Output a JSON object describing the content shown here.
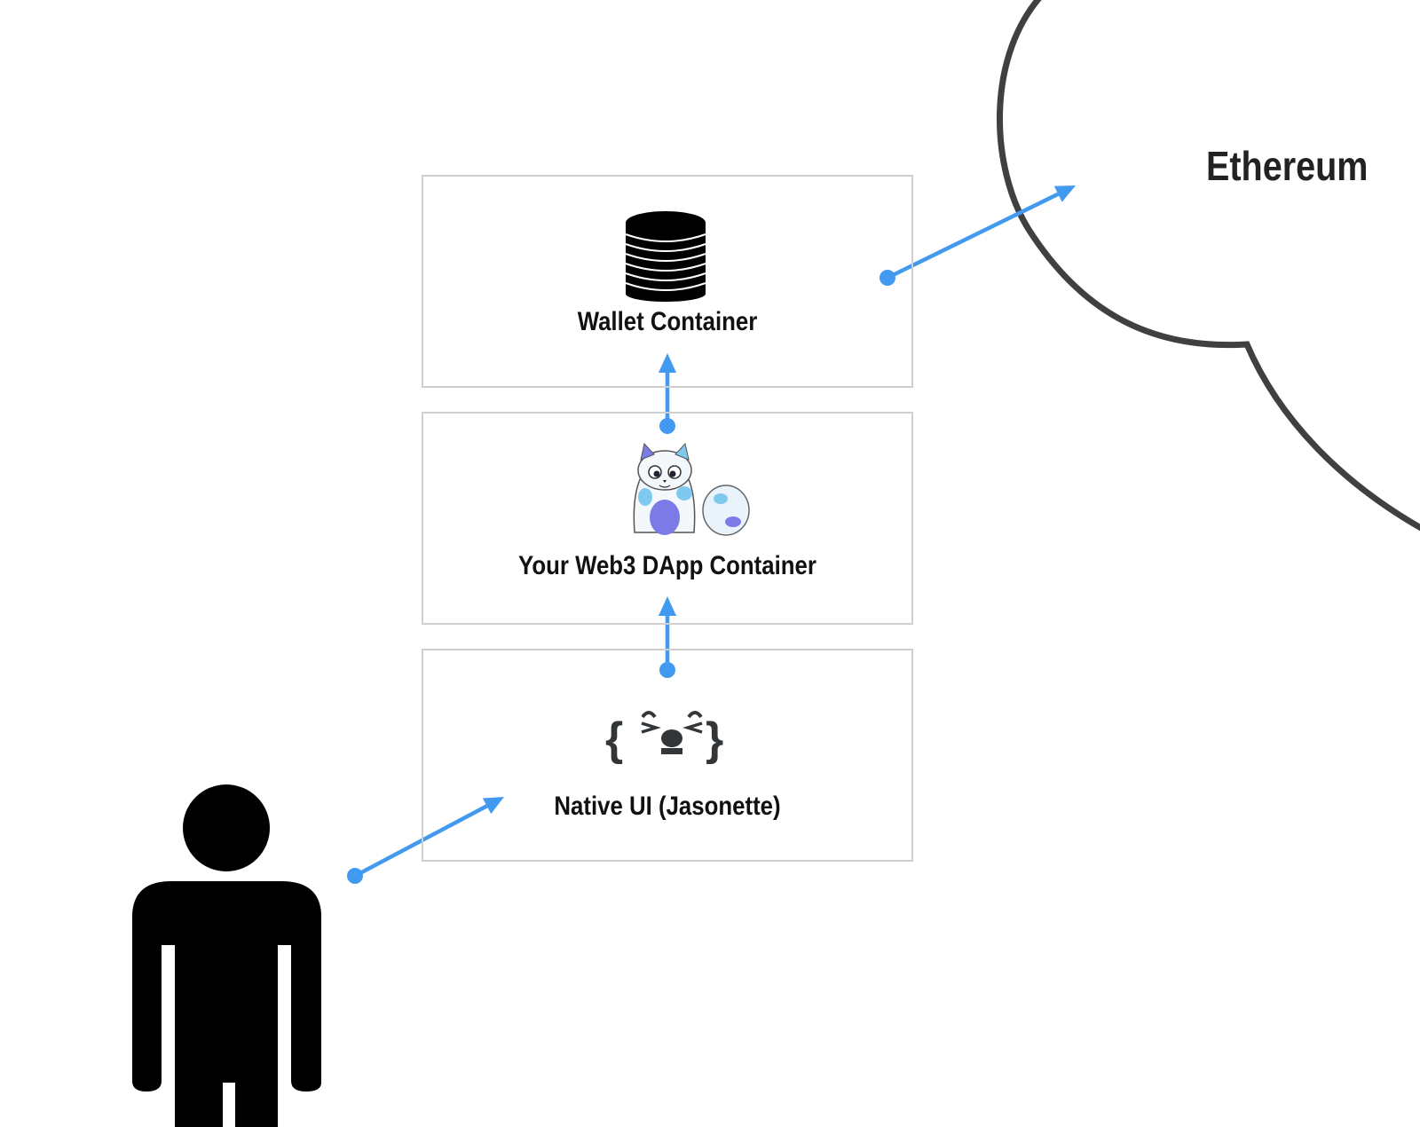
{
  "diagram": {
    "nodes": {
      "wallet": {
        "label": "Wallet Container",
        "icon": "database-icon"
      },
      "dapp": {
        "label": "Your Web3 DApp Container",
        "icon": "cryptokitty-icon"
      },
      "native": {
        "label": "Native UI (Jasonette)",
        "icon": "jasonette-logo-icon"
      },
      "ethereum": {
        "label": "Ethereum",
        "icon": "cloud-shape"
      },
      "user": {
        "label": "",
        "icon": "person-icon"
      }
    },
    "edges": [
      {
        "from": "user",
        "to": "native"
      },
      {
        "from": "native",
        "to": "dapp"
      },
      {
        "from": "dapp",
        "to": "wallet"
      },
      {
        "from": "wallet",
        "to": "ethereum"
      }
    ],
    "colors": {
      "arrow": "#4299f0",
      "box_border": "#cfcfcf",
      "cloud_stroke": "#404040",
      "icon": "#000000",
      "jasonette_icon": "#333639",
      "text": "#111111"
    }
  }
}
